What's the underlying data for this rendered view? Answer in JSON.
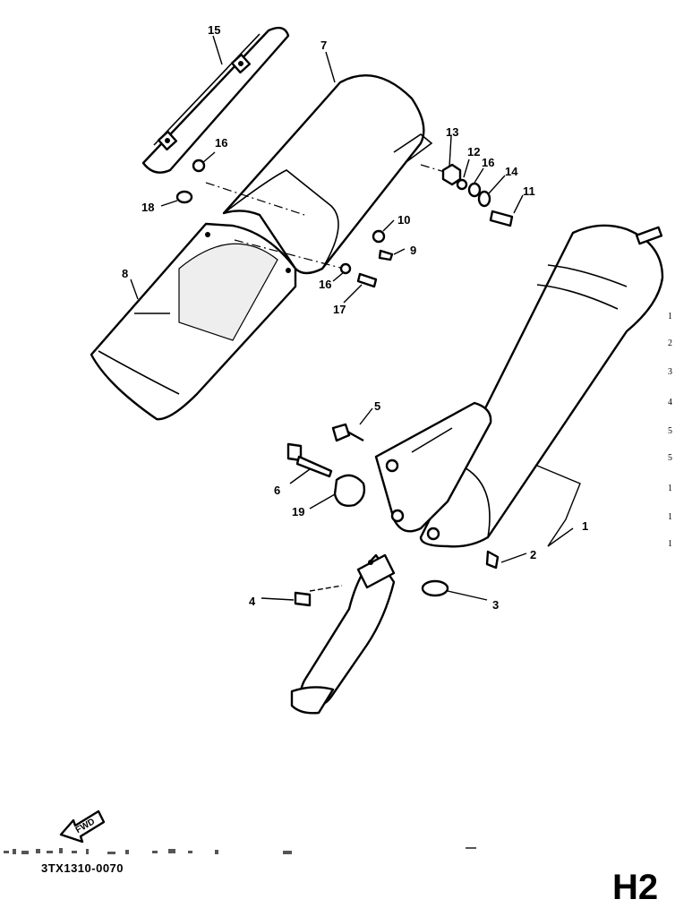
{
  "diagram": {
    "callouts": [
      "1",
      "2",
      "3",
      "4",
      "5",
      "6",
      "7",
      "8",
      "9",
      "10",
      "11",
      "12",
      "13",
      "14",
      "15",
      "16",
      "16",
      "16",
      "17",
      "18",
      "19"
    ],
    "fwd_label": "FWD",
    "drawing_code": "3TX1310-0070",
    "sheet_label": "H2",
    "edge_marks": [
      "1",
      "2",
      "3",
      "4",
      "5",
      "5",
      "1",
      "1",
      "1"
    ]
  }
}
